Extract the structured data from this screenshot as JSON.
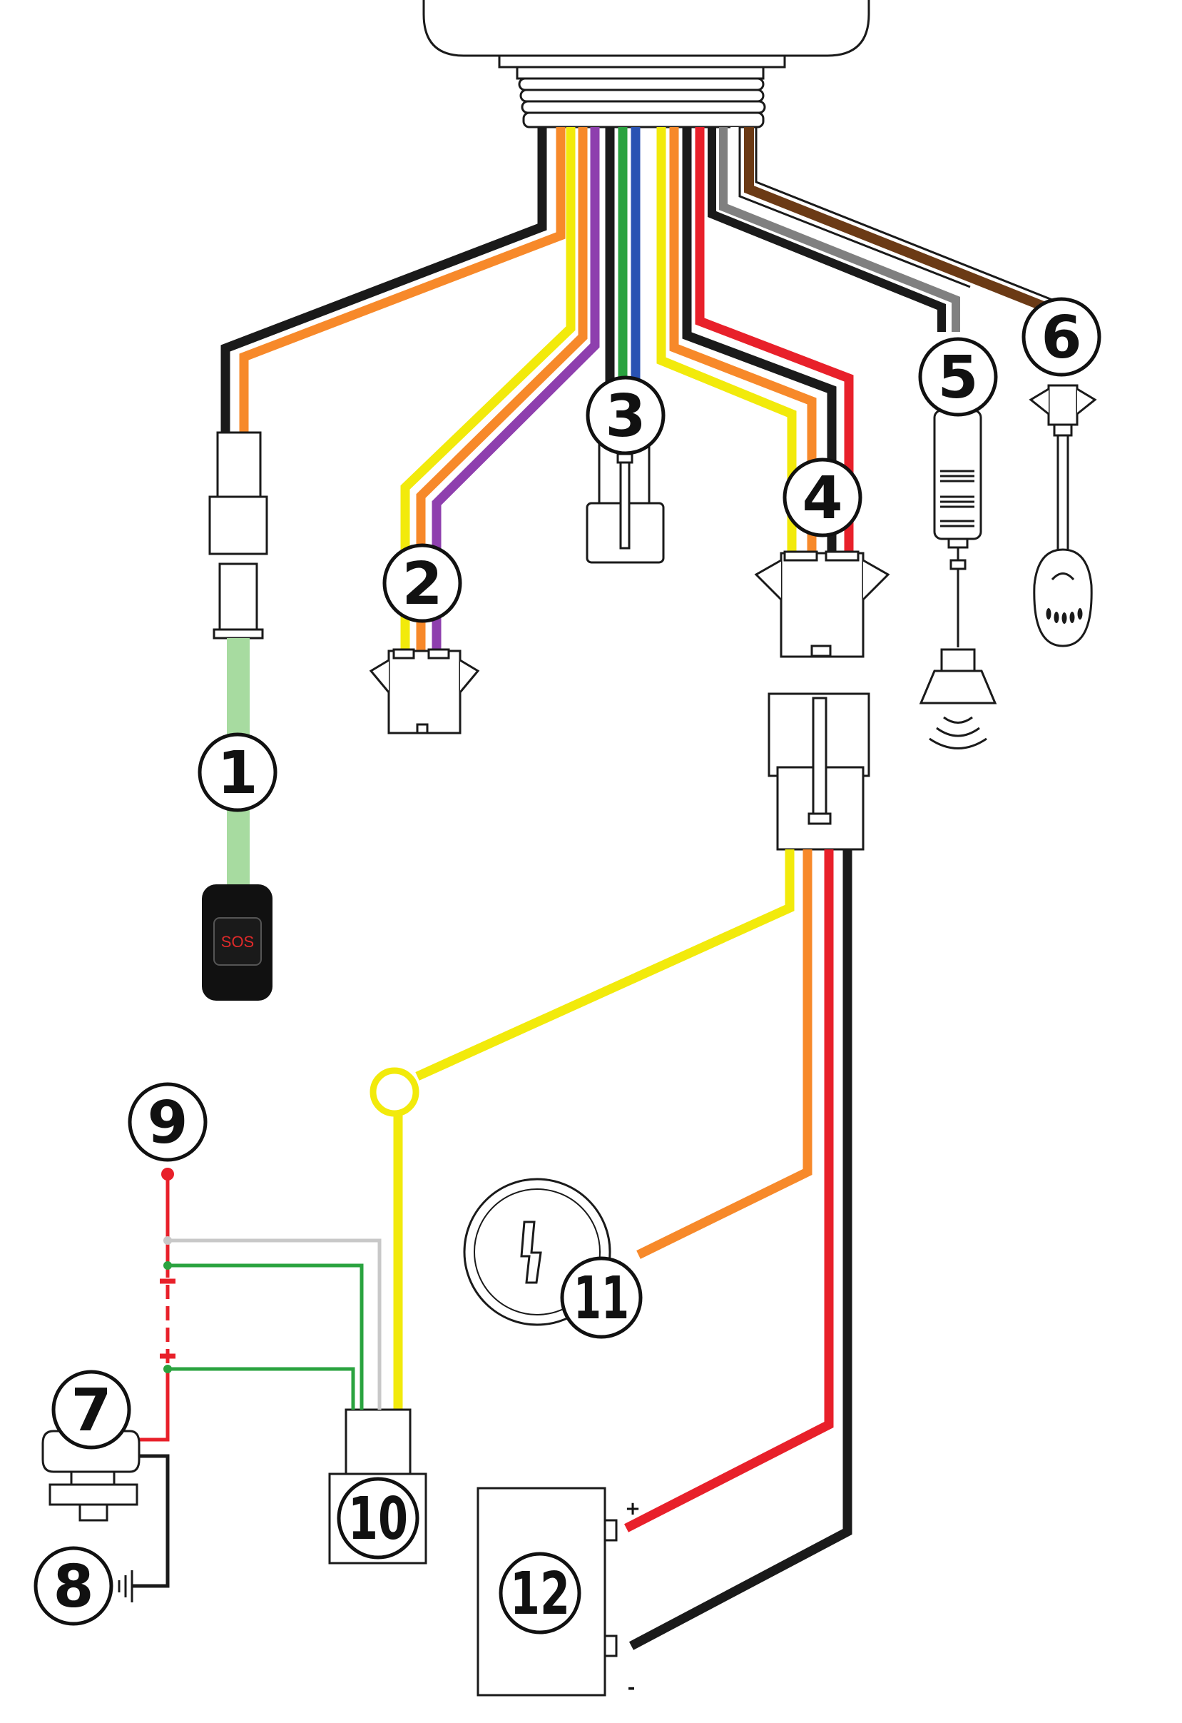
{
  "diagram": {
    "callouts": [
      "1",
      "2",
      "3",
      "4",
      "5",
      "6",
      "7",
      "8",
      "9",
      "10",
      "11",
      "12"
    ],
    "sos_button_label": "SOS",
    "battery_plus": "+",
    "battery_minus": "-"
  },
  "wire_colors": {
    "black": "#1a1a1a",
    "orange": "#f7892a",
    "yellow": "#f2ea0b",
    "purple": "#8e3fae",
    "green": "#2aa33f",
    "blue": "#2952b3",
    "red": "#e8202a",
    "grey": "#808080",
    "white": "#ffffff",
    "brown": "#6b3a15",
    "light_green": "#a7dba0",
    "light_grey": "#c8c8c8"
  },
  "icons": [
    "sos-button",
    "connector",
    "siren-speaker",
    "antenna-sensor",
    "ignition-lock",
    "battery",
    "relay",
    "fuse",
    "ground-symbol",
    "alarm-unit"
  ]
}
